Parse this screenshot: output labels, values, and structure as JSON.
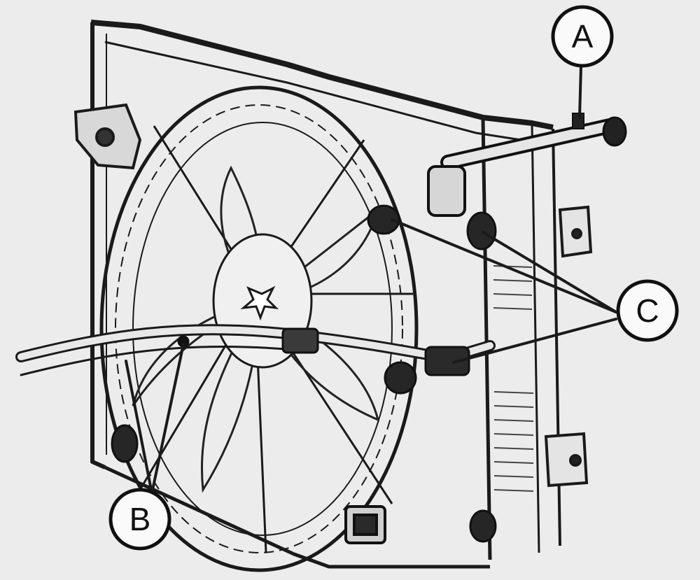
{
  "diagram": {
    "callouts": [
      {
        "id": "A",
        "label": "A"
      },
      {
        "id": "B",
        "label": "B"
      },
      {
        "id": "C",
        "label": "C"
      }
    ],
    "colors": {
      "background": "#ececec",
      "paper": "#f4f4f2",
      "ink": "#1a1a1a",
      "ink_light": "#555555",
      "part_dark": "#2a2a2a"
    }
  }
}
